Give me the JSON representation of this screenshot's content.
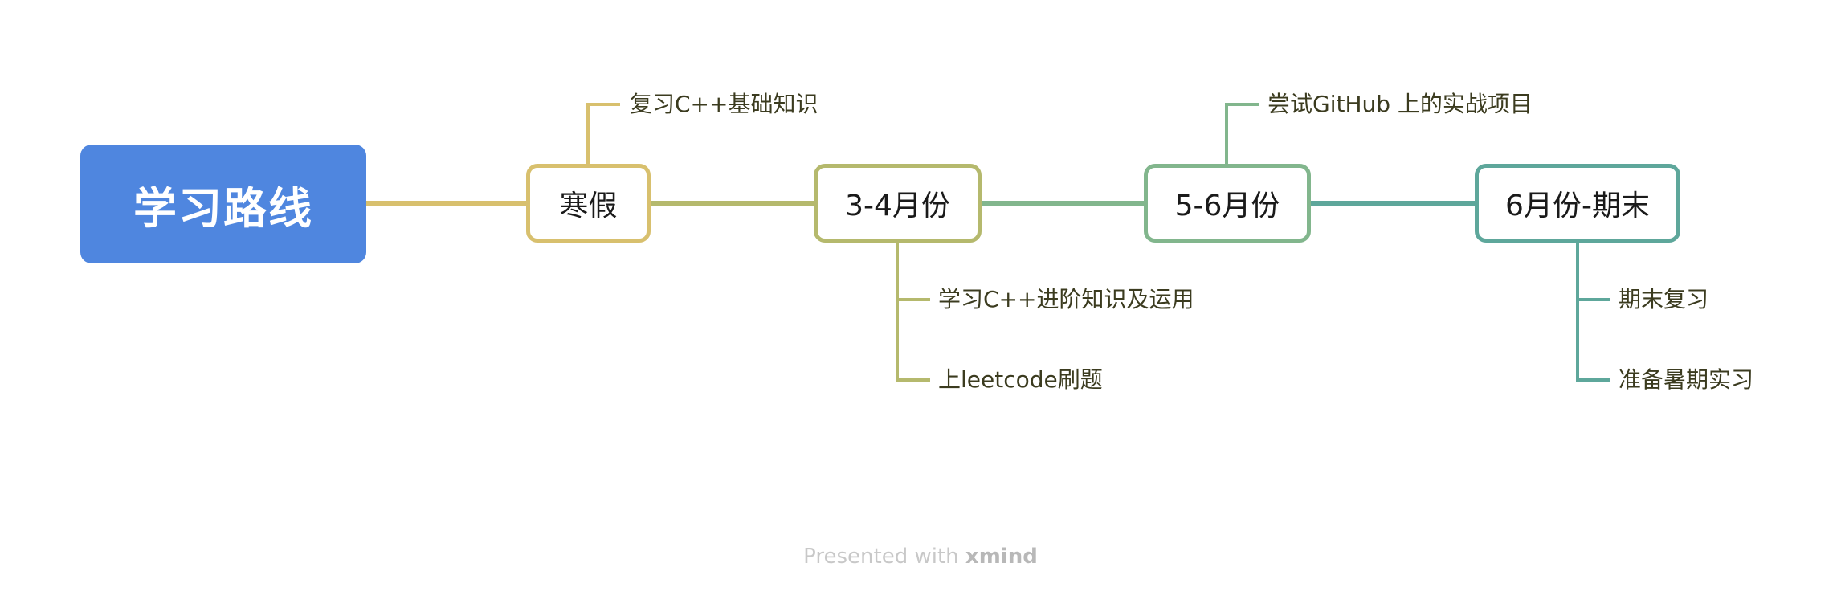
{
  "root": {
    "label": "学习路线",
    "color": "#4f86df"
  },
  "stages": [
    {
      "label": "寒假",
      "color": "#d8c06e",
      "children": [
        "复习C++基础知识"
      ]
    },
    {
      "label": "3-4月份",
      "color": "#b5b96d",
      "children": [
        "学习C++进阶知识及运用",
        "上leetcode刷题"
      ]
    },
    {
      "label": "5-6月份",
      "color": "#82b68d",
      "children": [
        "尝试GitHub 上的实战项目"
      ]
    },
    {
      "label": "6月份-期末",
      "color": "#5ea79b",
      "children": [
        "期末复习",
        "准备暑期实习"
      ]
    }
  ],
  "footer": {
    "prefix": "Presented with",
    "brand": "xmind"
  }
}
